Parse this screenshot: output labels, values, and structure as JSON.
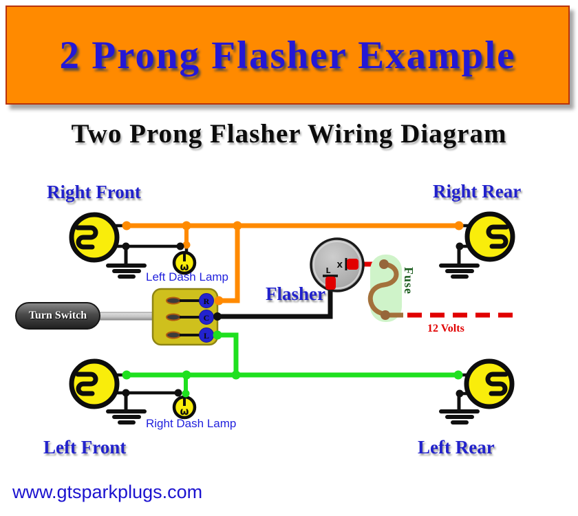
{
  "banner": {
    "title": "2 Prong Flasher Example"
  },
  "subtitle": "Two Prong Flasher Wiring Diagram",
  "lamp_labels": {
    "right_front": "Right Front",
    "right_rear": "Right Rear",
    "left_front": "Left Front",
    "left_rear": "Left Rear"
  },
  "dash_lamps": {
    "top_label": "Left Dash Lamp",
    "bottom_label": "Right Dash Lamp",
    "filament_glyph": "ω"
  },
  "turn_switch": {
    "label": "Turn Switch",
    "terminals": [
      "R",
      "C",
      "L"
    ]
  },
  "flasher": {
    "label": "Flasher",
    "terminal_x": "X",
    "terminal_l": "L"
  },
  "fuse": {
    "label": "Fuse"
  },
  "power": {
    "label": "12 Volts"
  },
  "footer": {
    "website": "www.gtsparkplugs.com"
  },
  "colors": {
    "banner_orange": "#FF8A00",
    "title_blue": "#2418D6",
    "label_blue": "#2222CC",
    "wire_orange": "#FF8A00",
    "wire_green": "#1FE01F",
    "wire_red": "#E10000",
    "wire_brown": "#A3713B",
    "fuse_body": "#CFF3C9",
    "lamp_yellow": "#F9ED0B",
    "switch_yellow": "#CFC01D",
    "terminal_blue": "#2323CE",
    "fuse_text_green": "#1D5E20",
    "volts_red": "#E10000",
    "website_blue": "#1B12CF"
  }
}
